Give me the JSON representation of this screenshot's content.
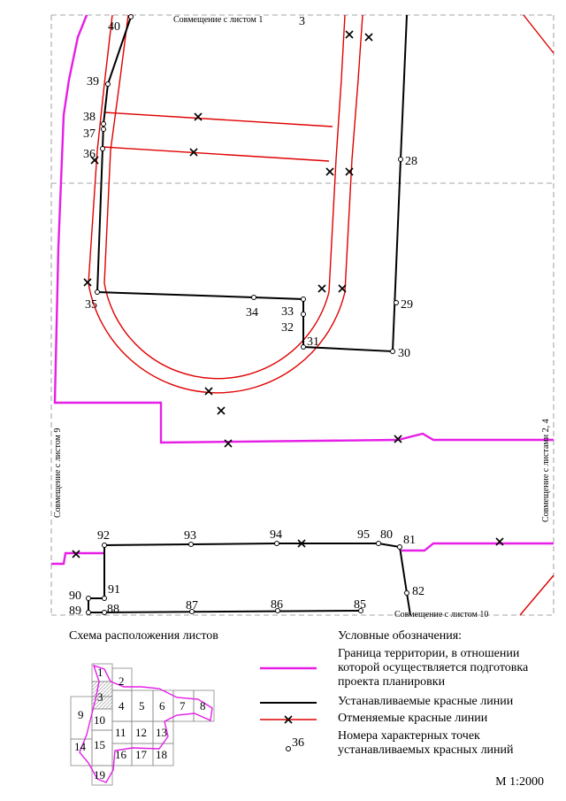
{
  "sheet_labels": {
    "top": "Совмещение с листом 1",
    "left": "Совмещение с листом 9",
    "right": "Совмещение с листами 2, 4",
    "bottom": "Совмещение с листом 10",
    "sheet_number": "3"
  },
  "point_labels": [
    {
      "id": "40",
      "text": "40"
    },
    {
      "id": "39",
      "text": "39"
    },
    {
      "id": "38",
      "text": "38"
    },
    {
      "id": "37",
      "text": "37"
    },
    {
      "id": "36",
      "text": "36"
    },
    {
      "id": "35",
      "text": "35"
    },
    {
      "id": "34",
      "text": "34"
    },
    {
      "id": "33",
      "text": "33"
    },
    {
      "id": "32",
      "text": "32"
    },
    {
      "id": "31",
      "text": "31"
    },
    {
      "id": "30",
      "text": "30"
    },
    {
      "id": "29",
      "text": "29"
    },
    {
      "id": "28",
      "text": "28"
    },
    {
      "id": "92",
      "text": "92"
    },
    {
      "id": "93",
      "text": "93"
    },
    {
      "id": "94",
      "text": "94"
    },
    {
      "id": "95",
      "text": "95"
    },
    {
      "id": "80",
      "text": "80"
    },
    {
      "id": "81",
      "text": "81"
    },
    {
      "id": "82",
      "text": "82"
    },
    {
      "id": "91",
      "text": "91"
    },
    {
      "id": "90",
      "text": "90"
    },
    {
      "id": "89",
      "text": "89"
    },
    {
      "id": "88",
      "text": "88"
    },
    {
      "id": "87",
      "text": "87"
    },
    {
      "id": "86",
      "text": "86"
    },
    {
      "id": "85",
      "text": "85"
    }
  ],
  "scheme": {
    "title": "Схема расположения листов",
    "cells": [
      "1",
      "2",
      "3",
      "4",
      "5",
      "6",
      "7",
      "8",
      "9",
      "10",
      "11",
      "12",
      "13",
      "14",
      "15",
      "16",
      "17",
      "18",
      "19"
    ]
  },
  "legend": {
    "title": "Условные обозначения:",
    "items": [
      {
        "text": "Граница территории, в отношении которой осуществляется подготовка проекта планировки",
        "color": "#e61ee6"
      },
      {
        "text": "Устанавливаемые красные линии",
        "color": "#000000"
      },
      {
        "text": "Отменяемые красные линии",
        "color": "#e00000"
      },
      {
        "text": "Номера характерных точек устанавливаемых красных линий",
        "sample": "36"
      }
    ]
  },
  "scale": "М 1:2000",
  "colors": {
    "boundary": "#e61ee6",
    "red": "#e00000",
    "black": "#000000",
    "frame": "#888888"
  }
}
